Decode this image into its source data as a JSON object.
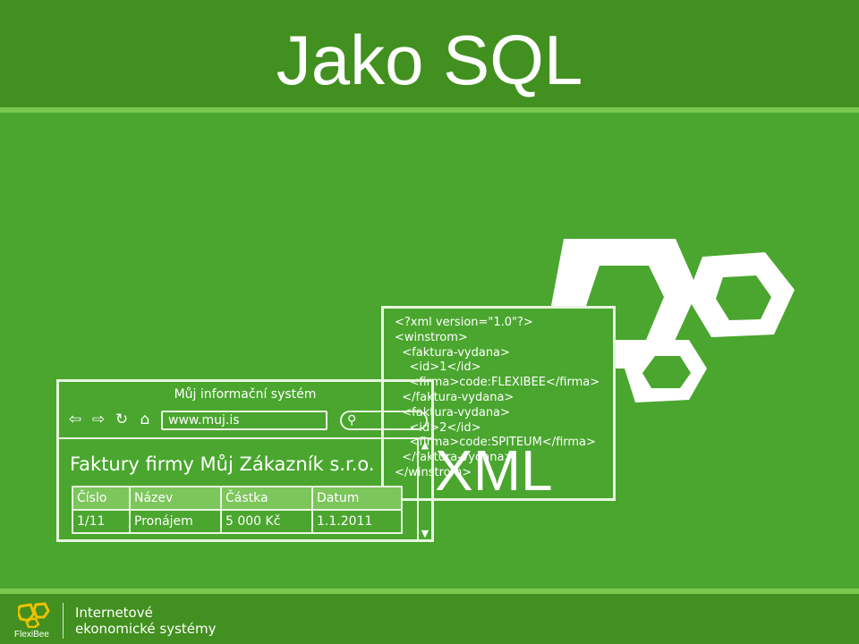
{
  "slide": {
    "title": "Jako SQL"
  },
  "browser": {
    "title": "Můj informační systém",
    "url": "www.muj.is",
    "heading": "Faktury firmy Můj Zákazník s.r.o.",
    "columns": [
      "Číslo",
      "Název",
      "Částka",
      "Datum"
    ],
    "rows": [
      [
        "1/11",
        "Pronájem",
        "5 000 Kč",
        "1.1.2011"
      ]
    ]
  },
  "xml_doc": {
    "lines": [
      "<?xml version=\"1.0\"?>",
      "<winstrom>",
      "  <faktura-vydana>",
      "    <id>1</id>",
      "    <firma>code:FLEXIBEE</firma>",
      "  </faktura-vydana>",
      "  <faktura-vydana>",
      "    <id>2</id>",
      "    <firma>code:SPITEUM</firma>",
      "  </faktura-vydana>",
      "</winstrom>"
    ],
    "label": "XML"
  },
  "footer": {
    "logo_name": "FlexiBee",
    "line1": "Internetové",
    "line2": "ekonomické systémy"
  },
  "colors": {
    "background": "#4aa62e",
    "header": "#42901f",
    "accent": "#7ac94e",
    "line": "#e8f5e0"
  }
}
